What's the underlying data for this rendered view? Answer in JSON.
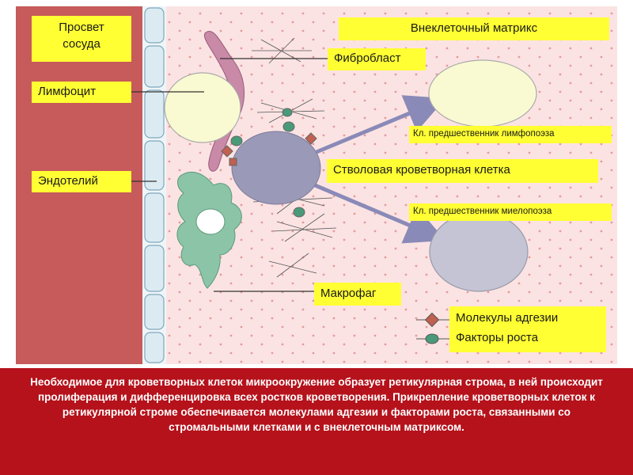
{
  "labels": {
    "vessel_lumen": [
      "Просвет",
      "сосуда"
    ],
    "lymphocyte": "Лимфоцит",
    "endothelium": "Эндотелий",
    "extracellular_matrix": "Внеклеточный матрикс",
    "fibroblast": "Фибробласт",
    "lymphopoiesis_precursor": "Кл. предшественник лимфопоэза",
    "stem_cell": "Стволовая кроветворная клетка",
    "myelopoiesis_precursor": "Кл. предшественник миелопоэза",
    "macrophage": "Макрофаг"
  },
  "legend": {
    "adhesion_molecules": "Молекулы адгезии",
    "growth_factors": "Факторы роста"
  },
  "caption": "Необходимое для кроветворных клеток микроокружение образует ретикулярная строма, в ней происходит пролиферация и дифференцировка всех ростков кроветворения. Прикрепление кроветворных клеток к ретикулярной строме обеспечивается молекулами адгезии и факторами роста, связанными со стромальными клетками и с внеклеточным матриксом.",
  "colors": {
    "label_bg": "#ffff33",
    "caption_bg": "#b5121b",
    "vessel": "#c75a5a",
    "tissue": "#fbe3e3",
    "endothelium": "#dcebf2",
    "fibroblast": "#c98aa8",
    "macrophage": "#8cc4a8",
    "stem_cell": "#9a9ab8",
    "lymphocyte": "#fafad2",
    "adhesion_molecule": "#c06050",
    "growth_factor": "#4a9a7a",
    "arrow": "#8a8ab8"
  }
}
